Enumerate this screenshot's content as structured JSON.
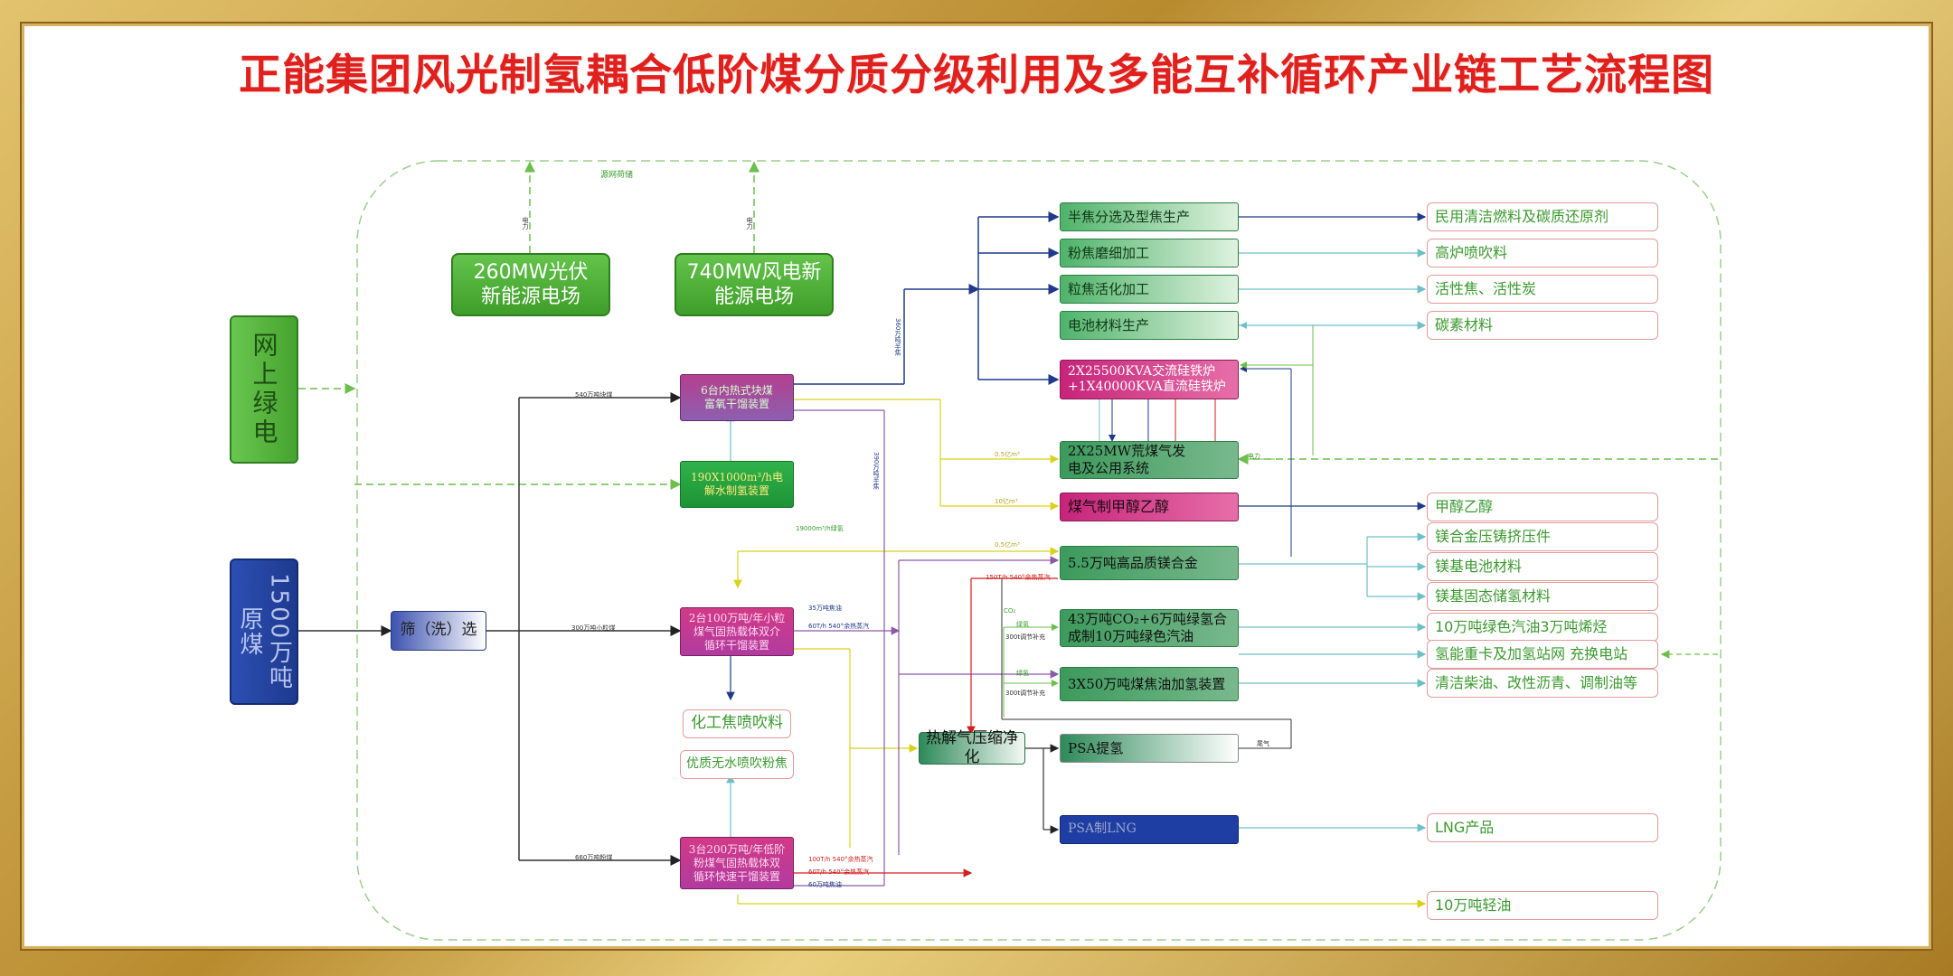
{
  "title": "正能集团风光制氢耦合低阶煤分质分级利用及多能互补循环产业链工艺流程图",
  "colors": {
    "frame": "#c9a24a",
    "title": "#e0201c",
    "output_text": "#3a9a2e",
    "output_border": "#e49a9a"
  },
  "sources": {
    "solar": "260MW光伏\n新能源电场",
    "wind": "740MW风电新\n能源电场",
    "grid": "网上绿电",
    "coal": "1500万吨原煤",
    "screen": "筛（洗）选"
  },
  "process": {
    "gasifier": "6台内热式块煤\n富氧干馏装置",
    "electrolysis": "190X1000m³/h电\n解水制氢装置",
    "pyro_small": "2台100万吨/年小粒\n煤气固热载体双介\n循环干馏装置",
    "coke_spray": "化工焦喷吹料",
    "fine_coke": "优质无水喷吹粉焦",
    "pyro_fine": "3台200万吨/年低阶\n粉煤气固热载体双\n循环快速干馏装置"
  },
  "middle": {
    "coke_select": "半焦分选及型焦生产",
    "coke_grind": "粉焦磨细加工",
    "coke_activate": "粒焦活化加工",
    "battery": "电池材料生产",
    "silicon": "2X25500KVA交流硅铁炉\n+1X40000KVA直流硅铁炉",
    "power": "2X25MW荒煤气发\n电及公用系统",
    "methanol": "煤气制甲醇乙醇",
    "magnesium": "5.5万吨高品质镁合金",
    "green_fuel": "43万吨CO₂+6万吨绿氢合\n成制10万吨绿色汽油",
    "tar": "3X50万吨煤焦油加氢装置",
    "compress": "热解气压缩净化",
    "psa": "PSA提氢",
    "psa_lng": "PSA制LNG"
  },
  "outputs": {
    "fuel": "民用清洁燃料及碳质还原剂",
    "blast": "高炉喷吹料",
    "active": "活性焦、活性炭",
    "carbon": "碳素材料",
    "methanol": "甲醇乙醇",
    "mg_casting": "镁合金压铸挤压件",
    "mg_battery": "镁基电池材料",
    "mg_hydrogen": "镁基固态储氢材料",
    "gasoline": "10万吨绿色汽油3万吨烯烃",
    "hydrogen_truck": "氢能重卡及加氢站网  充换电站",
    "diesel": "清洁柴油、改性沥青、调制油等",
    "lng": "LNG产品",
    "light_oil": "10万吨轻油"
  },
  "labels": {
    "grid_load": "源网荷储",
    "electricity": "电力",
    "lump": "540万吨块煤",
    "small": "300万吨小粒煤",
    "powder": "660万吨粉煤",
    "coke_out": "360万吨半焦",
    "coke_out2": "390万吨半焦",
    "hydrogen_flow": "19000m³/h绿氢",
    "flow_a": "35万吨焦油",
    "flow_b": "60T/h 540°余热蒸汽",
    "flow_c": "100T/h 540°余热蒸汽",
    "flow_d": "60T/h 540°余热蒸汽",
    "flow_e": "60万吨焦油",
    "flow_f": "150T/h 540°余热蒸汽",
    "flow_g": "0.5亿m³",
    "flow_h": "10亿m³",
    "flow_i": "0.5亿m³",
    "steam": "余热蒸汽",
    "tail_gas": "尾气",
    "hydrogen": "绿氢",
    "co2": "CO₂",
    "green_h": "绿氢",
    "regulate": "300t调节补充"
  }
}
